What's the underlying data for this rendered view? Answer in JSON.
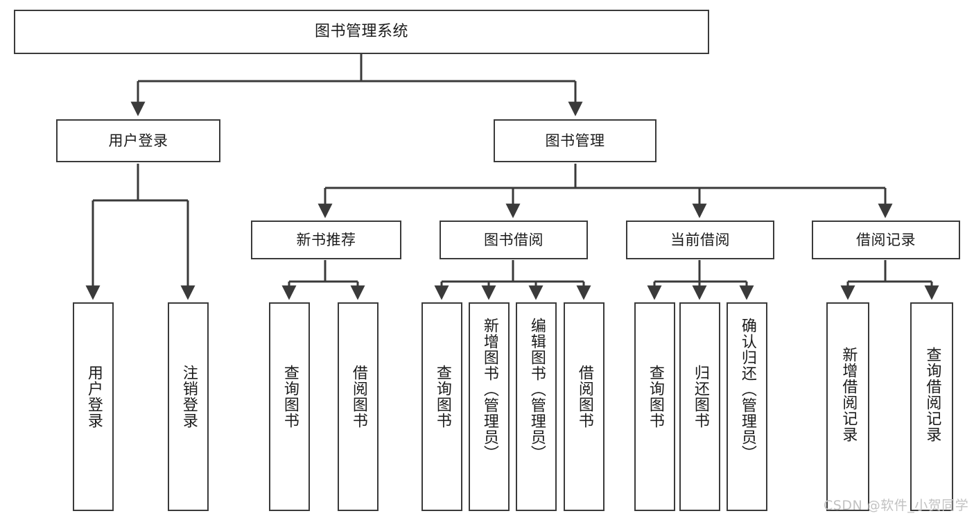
{
  "diagram": {
    "title": "图书管理系统",
    "type": "tree",
    "watermark": "CSDN @软件_小贺同学",
    "colors": {
      "border": "#3a3a3a",
      "edge": "#3a3a3a",
      "background": "#ffffff",
      "text": "#1b1b1b",
      "watermark": "#c2c2c2"
    },
    "root": {
      "label": "图书管理系统"
    },
    "level2": [
      {
        "label": "用户登录"
      },
      {
        "label": "图书管理"
      }
    ],
    "level3": [
      {
        "label": "新书推荐"
      },
      {
        "label": "图书借阅"
      },
      {
        "label": "当前借阅"
      },
      {
        "label": "借阅记录"
      }
    ],
    "leaves": {
      "user_login": [
        {
          "label": "用户登录"
        },
        {
          "label": "注销登录"
        }
      ],
      "new_book": [
        {
          "label": "查询图书"
        },
        {
          "label": "借阅图书"
        }
      ],
      "book_borrow": [
        {
          "label": "查询图书"
        },
        {
          "label": "新增图书（管理员）"
        },
        {
          "label": "编辑图书（管理员）"
        },
        {
          "label": "借阅图书"
        }
      ],
      "current_borrow": [
        {
          "label": "查询图书"
        },
        {
          "label": "归还图书"
        },
        {
          "label": "确认归还（管理员）"
        }
      ],
      "borrow_record": [
        {
          "label": "新增借阅记录"
        },
        {
          "label": "查询借阅记录"
        }
      ]
    }
  }
}
